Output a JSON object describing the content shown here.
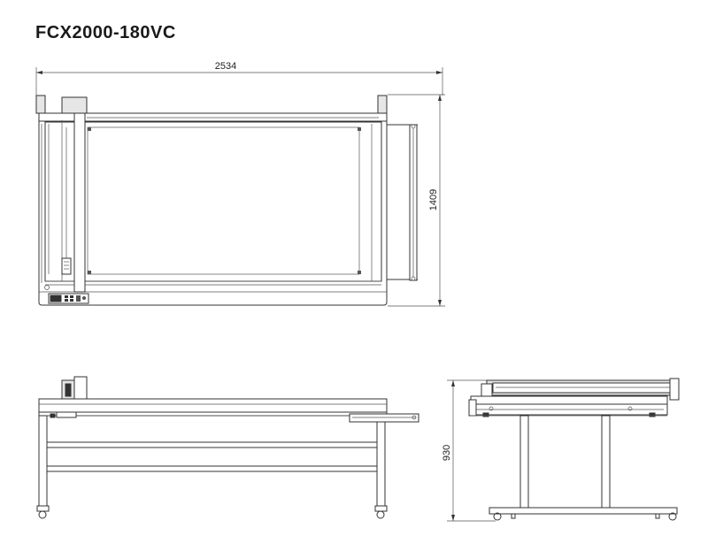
{
  "title": "FCX2000-180VC",
  "dimensions": {
    "width": "2534",
    "depth": "1409",
    "height": "930"
  }
}
